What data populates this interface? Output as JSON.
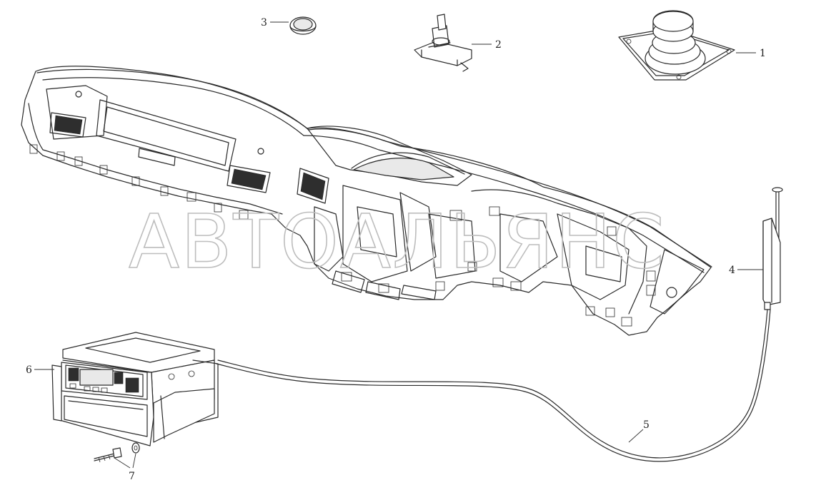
{
  "diagram": {
    "watermark": "АВТОАЛЬЯНС",
    "callouts": [
      {
        "id": "1",
        "label": "1"
      },
      {
        "id": "2",
        "label": "2"
      },
      {
        "id": "3",
        "label": "3"
      },
      {
        "id": "4",
        "label": "4"
      },
      {
        "id": "5",
        "label": "5"
      },
      {
        "id": "6",
        "label": "6"
      },
      {
        "id": "7",
        "label": "7"
      }
    ]
  },
  "colors": {
    "line": "#2a2a2a",
    "watermark": "#bdbdbd",
    "background": "#ffffff"
  }
}
